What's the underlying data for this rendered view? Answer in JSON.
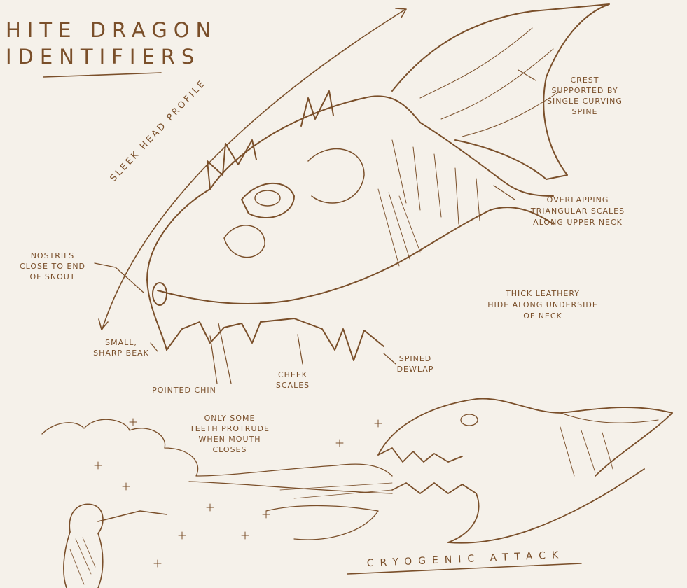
{
  "title": {
    "line1": "HITE DRAGON",
    "line2": "IDENTIFIERS"
  },
  "labels": {
    "profile": "SLEEK HEAD PROFILE",
    "crest": [
      "CREST",
      "SUPPORTED BY",
      "SINGLE CURVING",
      "SPINE"
    ],
    "scales": [
      "OVERLAPPING",
      "TRIANGULAR SCALES",
      "ALONG UPPER NECK"
    ],
    "nostrils": [
      "NOSTRILS",
      "CLOSE TO END",
      "OF SNOUT"
    ],
    "hide": [
      "THICK LEATHERY",
      "HIDE ALONG UNDERSIDE",
      "OF NECK"
    ],
    "beak": [
      "SMALL,",
      "SHARP BEAK"
    ],
    "chin": "POINTED CHIN",
    "cheek": [
      "CHEEK",
      "SCALES"
    ],
    "dewlap": [
      "SPINED",
      "DEWLAP"
    ],
    "teeth": [
      "ONLY SOME",
      "TEETH PROTRUDE",
      "WHEN MOUTH",
      "CLOSES"
    ],
    "attack": "CRYOGENIC ATTACK"
  },
  "colors": {
    "ink": "#7a4f2a",
    "paper": "#f5f1ea"
  }
}
